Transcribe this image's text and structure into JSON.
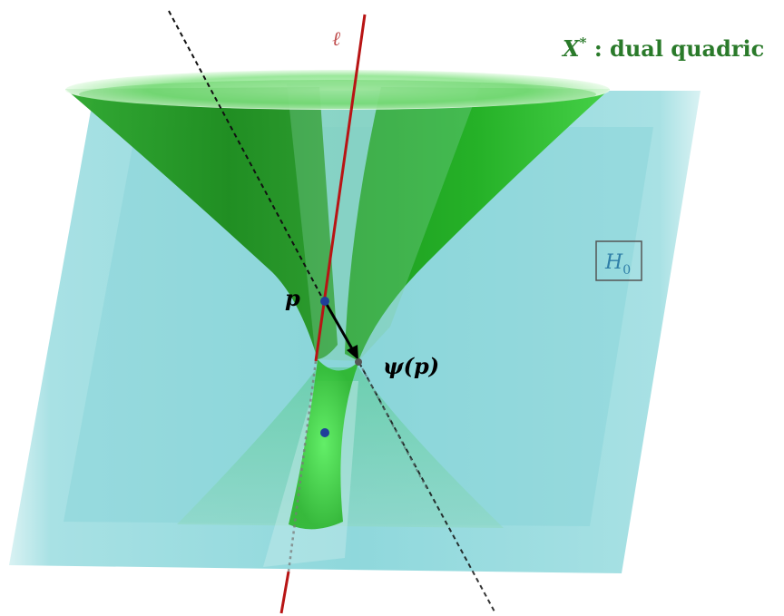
{
  "labels": {
    "line_symbol": "ℓ",
    "dual_title_var": "X",
    "dual_title_sup": "*",
    "dual_title_rest": " : dual quadric",
    "point_label": "p",
    "map_label": "ψ(p)",
    "plane_label_var": "H",
    "plane_label_sub": "0"
  },
  "colors": {
    "plane": "#8fd8dc",
    "cone_dark": "#1d8c1d",
    "cone_light": "#3fd23f",
    "line_red": "#b81414",
    "dual_text": "#2a7a2a",
    "plane_text": "#2f7fa8",
    "point_blue": "#1f3f9a",
    "arrow": "#000000",
    "dashed_line": "#111111"
  }
}
